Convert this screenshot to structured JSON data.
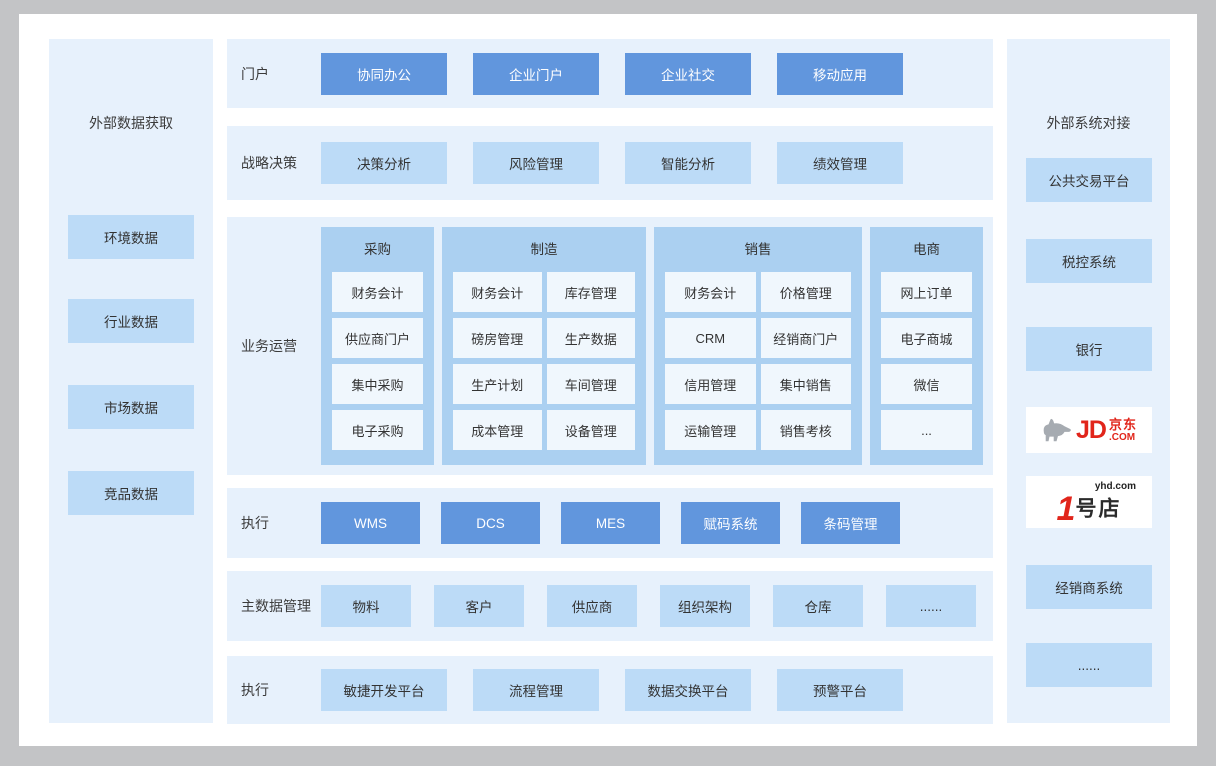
{
  "left_panel": {
    "title": "外部数据获取",
    "items": [
      "环境数据",
      "行业数据",
      "市场数据",
      "竞品数据"
    ]
  },
  "right_panel": {
    "title": "外部系统对接",
    "items_top": [
      "公共交易平台",
      "税控系统",
      "银行"
    ],
    "jd_logo": {
      "mark": "JD",
      "cn": "京东",
      "com": ".COM"
    },
    "yhd_logo": {
      "site": "yhd.com",
      "num": "1",
      "cn": "号店"
    },
    "items_bottom": [
      "经销商系统",
      "......"
    ]
  },
  "rows": {
    "portal": {
      "label": "门户",
      "buttons": [
        "协同办公",
        "企业门户",
        "企业社交",
        "移动应用"
      ]
    },
    "strategy": {
      "label": "战略决策",
      "buttons": [
        "决策分析",
        "风险管理",
        "智能分析",
        "绩效管理"
      ]
    },
    "business": {
      "label": "业务运营",
      "columns": [
        {
          "title": "采购",
          "cells": [
            "财务会计",
            "供应商门户",
            "集中采购",
            "电子采购"
          ]
        },
        {
          "title": "制造",
          "cells": [
            "财务会计",
            "库存管理",
            "磅房管理",
            "生产数据",
            "生产计划",
            "车间管理",
            "成本管理",
            "设备管理"
          ]
        },
        {
          "title": "销售",
          "cells": [
            "财务会计",
            "价格管理",
            "CRM",
            "经销商门户",
            "信用管理",
            "集中销售",
            "运输管理",
            "销售考核"
          ]
        },
        {
          "title": "电商",
          "cells": [
            "网上订单",
            "电子商城",
            "微信",
            "..."
          ]
        }
      ]
    },
    "execution": {
      "label": "执行",
      "buttons": [
        "WMS",
        "DCS",
        "MES",
        "赋码系统",
        "条码管理"
      ]
    },
    "master_data": {
      "label": "主数据管理",
      "buttons": [
        "物料",
        "客户",
        "供应商",
        "组织架构",
        "仓库",
        "......"
      ]
    },
    "platform": {
      "label": "执行",
      "buttons": [
        "敏捷开发平台",
        "流程管理",
        "数据交换平台",
        "预警平台"
      ]
    }
  },
  "colors": {
    "outer_gray": "#c3c4c6",
    "canvas_white": "#ffffff",
    "panel_bg": "#e7f1fc",
    "primary_button": "#6196dd",
    "light_button": "#bcdbf7",
    "column_container": "#abd0f1",
    "cell_bg": "#f0f7fd",
    "dark_text": "#333333",
    "jd_red": "#e1251b"
  }
}
